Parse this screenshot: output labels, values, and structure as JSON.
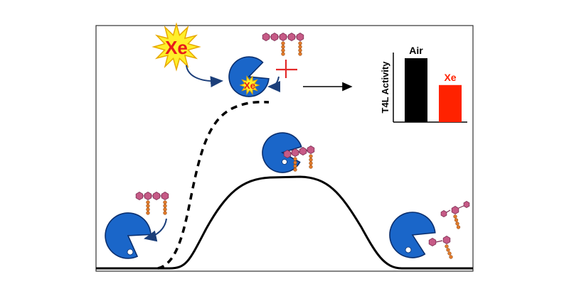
{
  "xenon": {
    "burst_label": "Xe",
    "bound_label": "Xe"
  },
  "inset_chart": {
    "ylabel": "T4L Activity",
    "bars": [
      {
        "label": "Air",
        "value": 1.0,
        "color": "#000000",
        "label_color": "#000000"
      },
      {
        "label": "Xe",
        "value": 0.58,
        "color": "#ff2200",
        "label_color": "#ff2200"
      }
    ]
  },
  "colors": {
    "enzyme_fill": "#1a66c9",
    "enzyme_stroke": "#0b2f6e",
    "sugar_hexagon": "#c65a86",
    "peptide_bead": "#e07a2a",
    "xe_burst_fill": "#ffef2a",
    "xe_burst_stroke": "#e8a800",
    "xe_text": "#e81b1b",
    "arrow_blue": "#1c3f7a",
    "block_cross": "#e32a2a",
    "curve": "#000000"
  }
}
